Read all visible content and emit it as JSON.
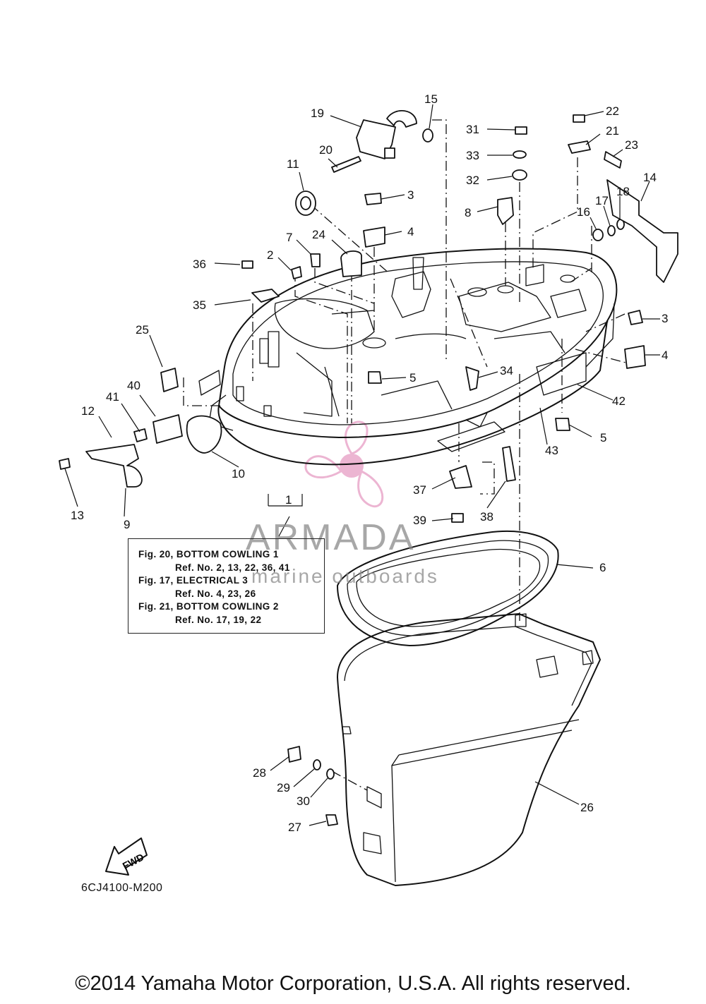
{
  "diagram_title": "",
  "drawing_code": "6CJ4100-M200",
  "fwd_label": "FWD",
  "copyright": "©2014 Yamaha Motor Corporation, U.S.A. All rights reserved.",
  "watermark": {
    "brand": "ARMADA",
    "tagline": "marine outboards",
    "accent_color": "#e8a3c8"
  },
  "reference_note": {
    "lines": [
      "Fig. 20, BOTTOM COWLING 1",
      "Ref. No. 2, 13, 22, 36, 41",
      "Fig. 17, ELECTRICAL 3",
      "Ref. No. 4, 23, 26",
      "Fig. 21, BOTTOM COWLING 2",
      "Ref. No. 17, 19, 22"
    ]
  },
  "part_labels": [
    "1",
    "2",
    "3",
    "3",
    "4",
    "4",
    "5",
    "5",
    "6",
    "7",
    "8",
    "9",
    "10",
    "11",
    "12",
    "13",
    "14",
    "15",
    "16",
    "17",
    "18",
    "19",
    "20",
    "21",
    "22",
    "23",
    "24",
    "25",
    "26",
    "27",
    "28",
    "29",
    "30",
    "31",
    "32",
    "33",
    "34",
    "35",
    "36",
    "37",
    "38",
    "39",
    "40",
    "41",
    "42",
    "43"
  ]
}
